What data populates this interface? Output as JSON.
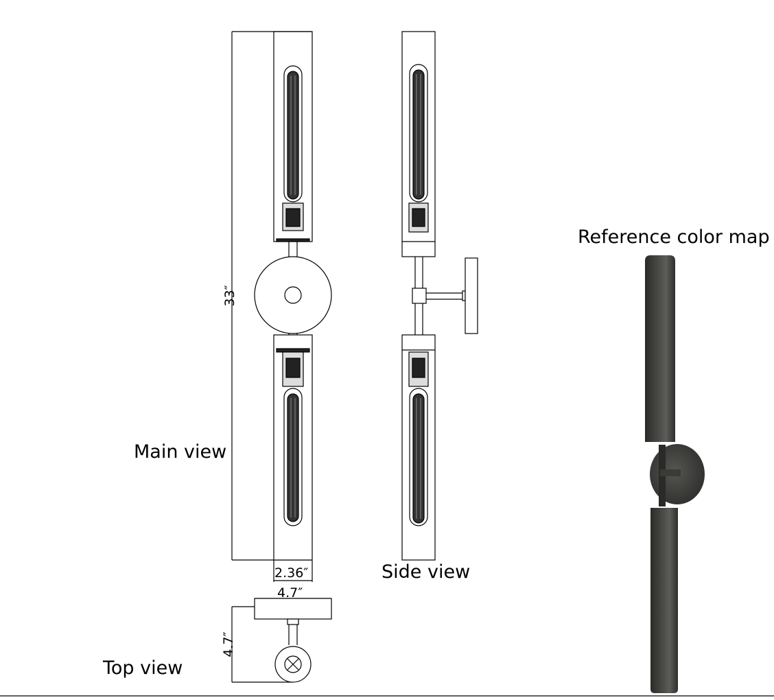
{
  "labels": {
    "main_view": "Main view",
    "side_view": "Side view",
    "top_view": "Top view",
    "reference": "Reference color map"
  },
  "dimensions": {
    "height": "33″",
    "width": "2.36″",
    "top_width": "4.7″",
    "top_depth": "4.7″"
  },
  "colors": {
    "line": "#000000",
    "fixture_dark": "#3e3e3c",
    "fixture_shadow": "#2a2a28",
    "fixture_highlight": "#5c5c59"
  }
}
